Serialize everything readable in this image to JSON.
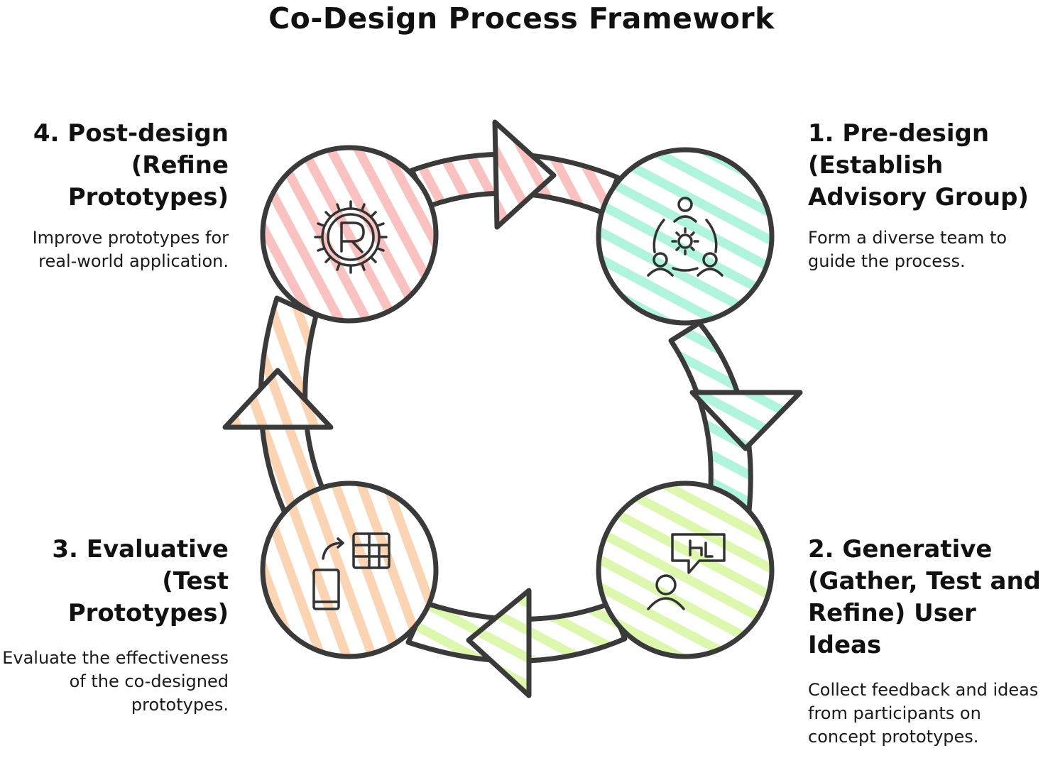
{
  "title": "Co-Design Process Framework",
  "colors": {
    "outline": "#3a3a3a",
    "stage1": "#8ff0cf",
    "stage2": "#d4f59a",
    "stage3": "#f9c59a",
    "stage4": "#f7a9a5"
  },
  "stages": [
    {
      "title": "1. Pre-design (Establish Advisory Group)",
      "description": "Form a diverse team to guide the process.",
      "icon": "advisory-group-icon"
    },
    {
      "title": "2. Generative (Gather, Test and Refine) User Ideas",
      "description": "Collect feedback and ideas from participants on concept prototypes.",
      "icon": "user-feedback-icon"
    },
    {
      "title": "3. Evaluative (Test Prototypes)",
      "description": "Evaluate the effectiveness of the co-designed prototypes.",
      "icon": "prototype-test-icon"
    },
    {
      "title": "4. Post-design (Refine Prototypes)",
      "description": "Improve prototypes for real-world application.",
      "icon": "refine-gear-icon"
    }
  ]
}
